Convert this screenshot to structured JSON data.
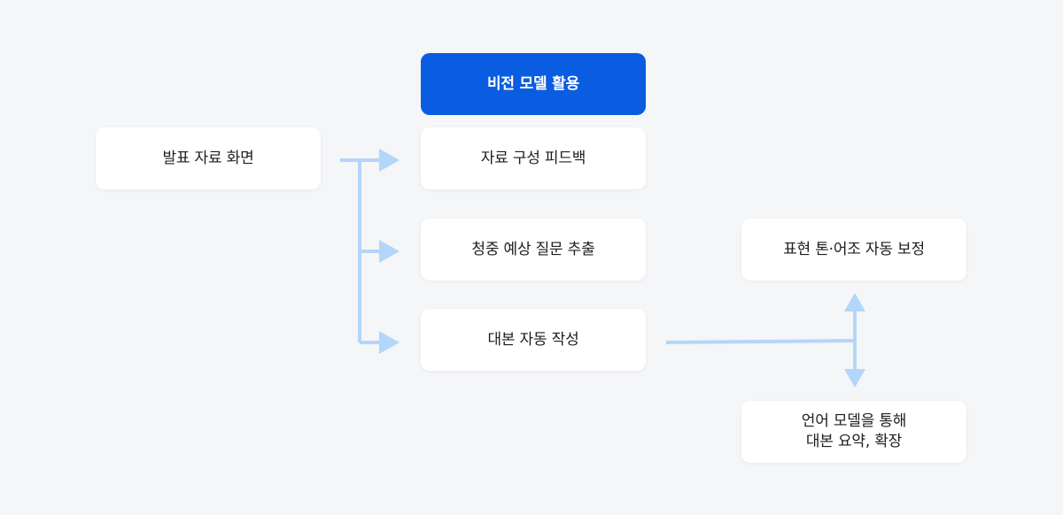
{
  "colors": {
    "background": "#f5f6f8",
    "node_fill": "#ffffff",
    "header_fill": "#0a5ce0",
    "header_text": "#ffffff",
    "node_text": "#1b1d21",
    "connector": "#b3d6fb"
  },
  "nodes": {
    "source": "발표 자료 화면",
    "vision_header": "비전 모델 활용",
    "feedback": "자료 구성 피드백",
    "qa_extraction": "청중 예상 질문 추출",
    "script_writing": "대본 자동 작성",
    "tone_correction": "표현 톤·어조 자동 보정",
    "lm_summary_line1": "언어 모델을 통해",
    "lm_summary_line2": "대본 요약, 확장"
  }
}
